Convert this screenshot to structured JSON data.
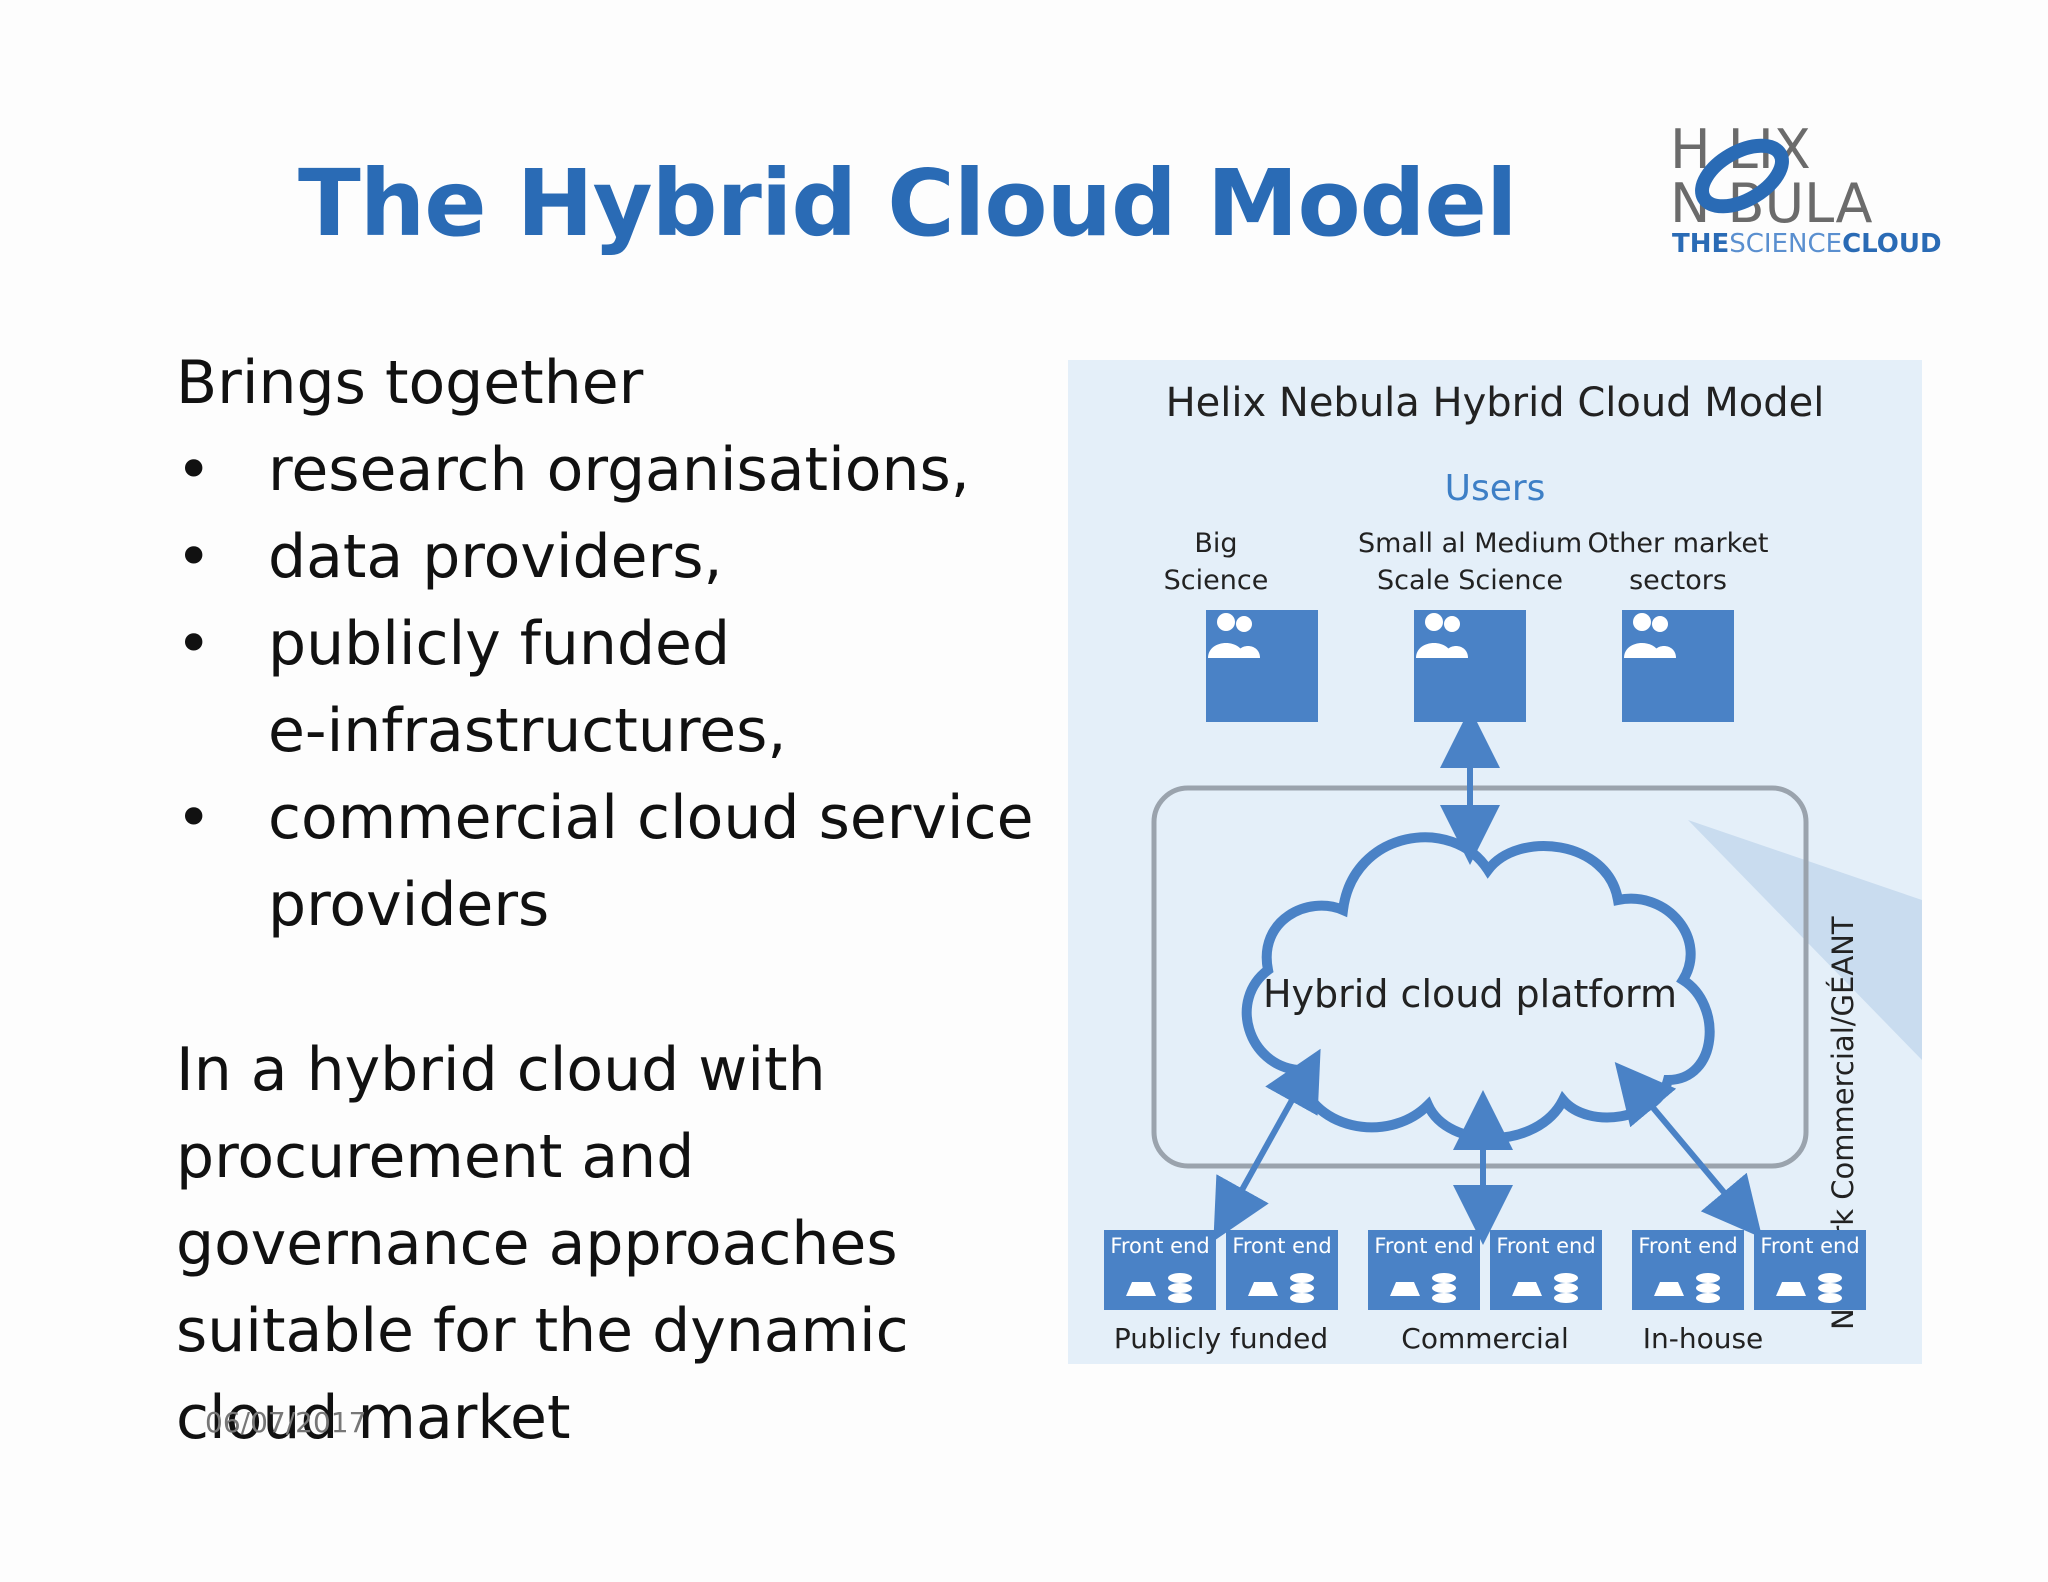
{
  "slide": {
    "title": "The Hybrid Cloud Model",
    "logo": {
      "line1": "H  LIX",
      "line2": "N  BULA",
      "tagline_a": "THE",
      "tagline_b": "SCIENCE",
      "tagline_c": "CLOUD"
    },
    "intro": "Brings together",
    "bullets": [
      {
        "dot": "•",
        "text": "research organisations,"
      },
      {
        "dot": "•",
        "text": "data providers,"
      },
      {
        "dot": "•",
        "text": "publicly funded e-infrastructures,"
      },
      {
        "dot": "•",
        "text": "commercial cloud service providers"
      }
    ],
    "paragraph": "In a hybrid cloud with procurement and governance approaches suitable for the dynamic cloud market",
    "date": "06/07/2017"
  },
  "diagram": {
    "title": "Helix Nebula Hybrid Cloud Model",
    "users_label": "Users",
    "user_groups": [
      {
        "line1": "Big",
        "line2": "Science",
        "icon": "users-icon"
      },
      {
        "line1": "Small al Medium",
        "line2": "Scale Science",
        "icon": "users-icon"
      },
      {
        "line1": "Other market",
        "line2": "sectors",
        "icon": "users-icon"
      }
    ],
    "cloud_label": "Hybrid cloud platform",
    "network_label": "Network Commercial/GÉANT",
    "front_end_label": "Front end",
    "provider_groups": [
      "Publicly funded",
      "Commercial",
      "In-house"
    ],
    "colors": {
      "accent": "#2a6bb5",
      "box": "#4a82c6",
      "cloud_stroke": "#4a82c6",
      "panel": "#e4eff9"
    }
  }
}
